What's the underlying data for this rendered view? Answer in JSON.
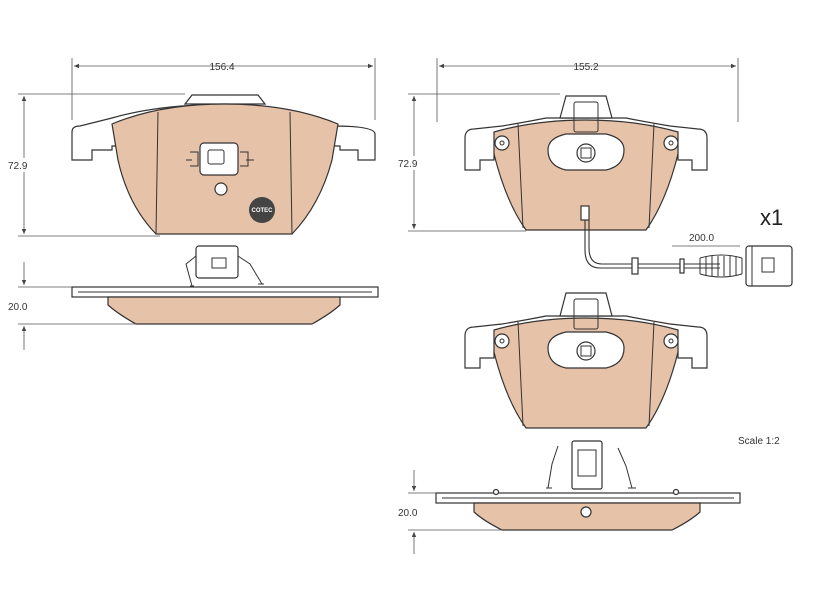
{
  "dimensions": {
    "left_width": "156.4",
    "left_height": "72.9",
    "left_thickness": "20.0",
    "right_width": "155.2",
    "right_height": "72.9",
    "right_thickness": "20.0",
    "sensor_length": "200.0"
  },
  "quantity": "x1",
  "scale": "Scale 1:2",
  "logo": "COTEC",
  "colors": {
    "friction_material": "#e6c2a8",
    "outline": "#333333",
    "background": "#ffffff"
  }
}
